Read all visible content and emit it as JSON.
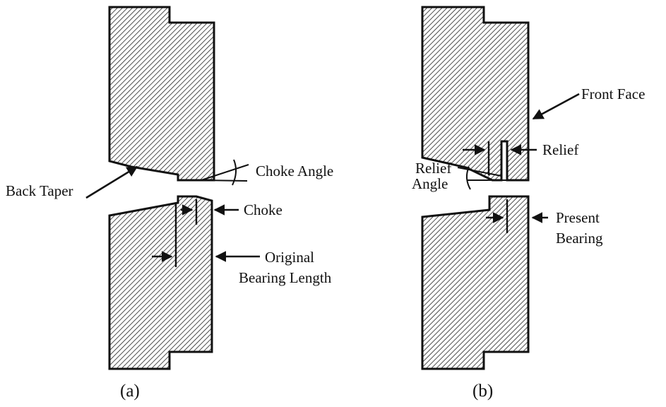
{
  "panel_a": {
    "caption": "(a)",
    "labels": {
      "choke_angle": "Choke Angle",
      "back_taper": "Back Taper",
      "choke": "Choke",
      "original_line1": "Original",
      "original_line2": "Bearing Length"
    }
  },
  "panel_b": {
    "caption": "(b)",
    "labels": {
      "front_face": "Front Face",
      "relief": "Relief",
      "relief_angle_line1": "Relief",
      "relief_angle_line2": "Angle",
      "present_line1": "Present",
      "present_line2": "Bearing"
    }
  }
}
